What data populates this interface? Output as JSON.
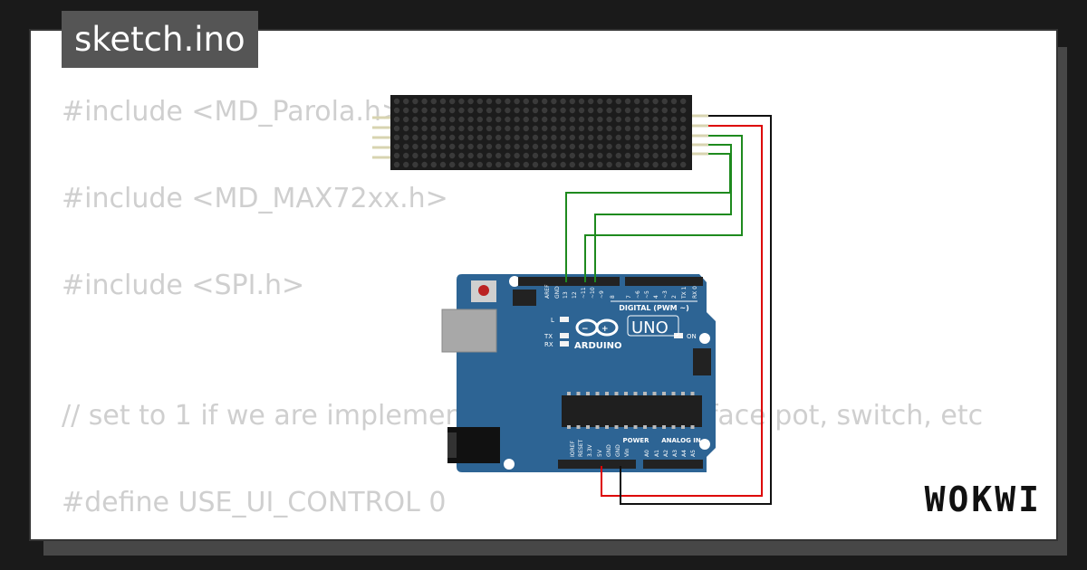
{
  "project": {
    "file_name": "sketch.ino",
    "brand": "WOKWI"
  },
  "code_lines": [
    "#include <MD_Parola.h>",
    "#include <MD_MAX72xx.h>",
    "#include <SPI.h>",
    "",
    "// set to 1 if we are implementing the user interface pot, switch, etc",
    "#define USE_UI_CONTROL 0"
  ],
  "board": {
    "model": "UNO",
    "brand": "ARDUINO",
    "digital_header": "DIGITAL (PWM ~)",
    "analog_header": "ANALOG IN",
    "power_header": "POWER",
    "led_labels": [
      "L",
      "TX",
      "RX",
      "ON"
    ],
    "digital_pins": [
      "AREF",
      "GND",
      "13",
      "12",
      "~11",
      "~10",
      "~9",
      "8",
      "7",
      "~6",
      "~5",
      "4",
      "~3",
      "2",
      "TX 1",
      "RX 0"
    ],
    "power_pins": [
      "IOREF",
      "RESET",
      "3.3V",
      "5V",
      "GND",
      "GND",
      "Vin"
    ],
    "analog_pins": [
      "A0",
      "A1",
      "A2",
      "A3",
      "A4",
      "A5"
    ]
  },
  "colors": {
    "board": "#2d6494",
    "matrix": "#1c1c1c",
    "wire_green": "#1e8a1e",
    "wire_red": "#dd0000",
    "wire_black": "#111111"
  }
}
